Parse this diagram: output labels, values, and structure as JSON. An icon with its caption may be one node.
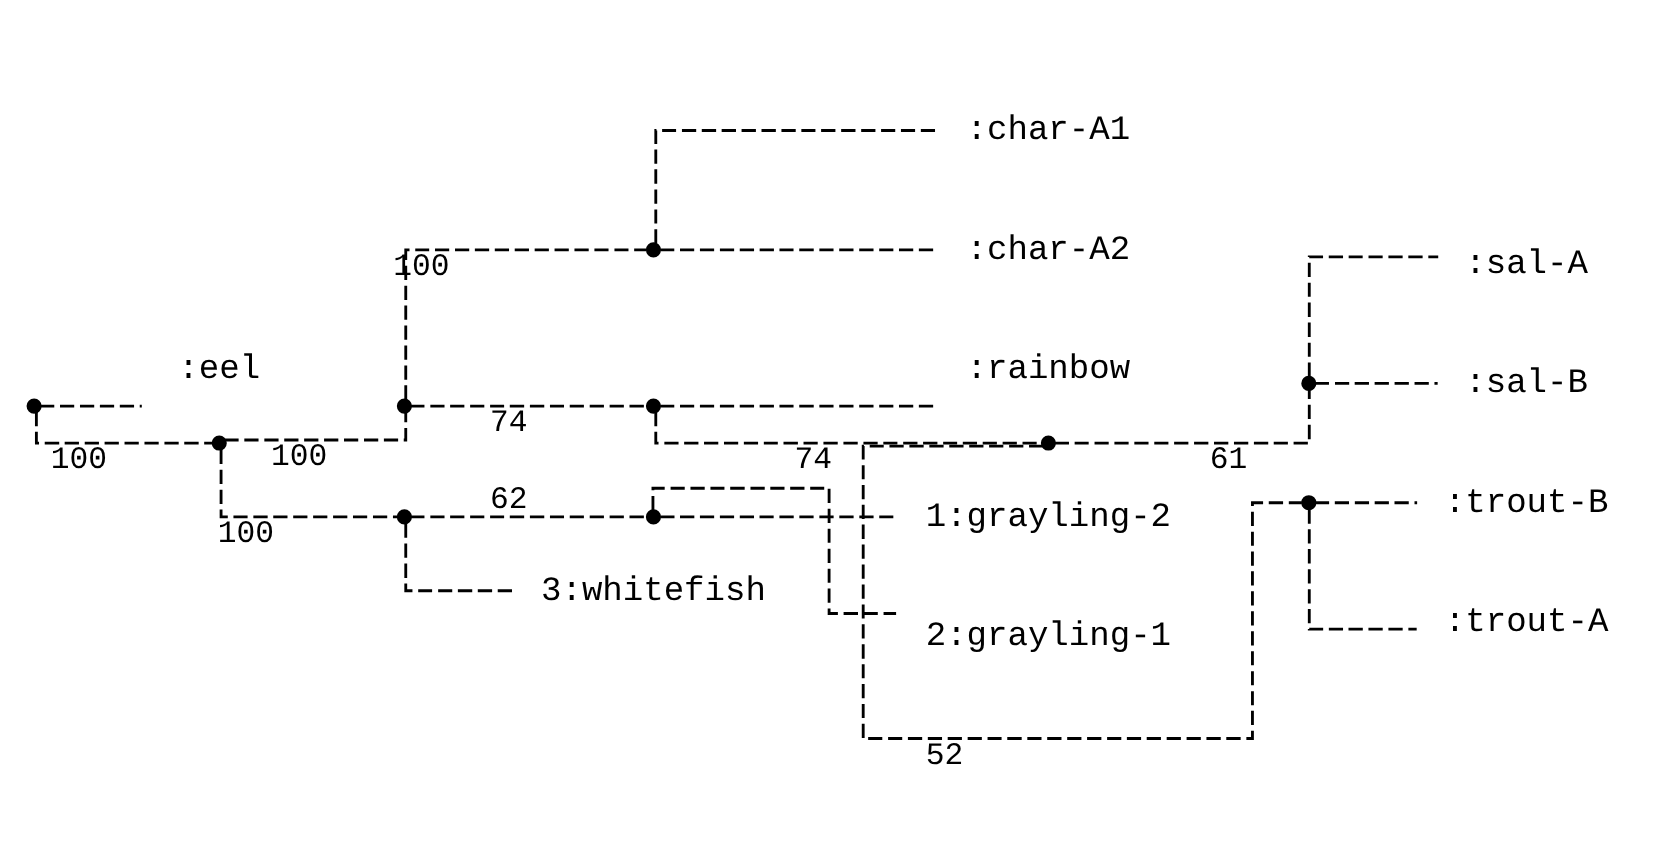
{
  "diagram": {
    "nodes": [
      {
        "text": [],
        "shape": "point"
      },
      {
        "text": [
          ":eel"
        ]
      },
      {
        "text": [],
        "shape": "point"
      },
      {
        "text": [],
        "shape": "point"
      },
      {
        "text": [],
        "shape": "point"
      },
      {
        "text": [
          ":char-A1"
        ]
      },
      {
        "text": [
          ":char-A2"
        ]
      },
      {
        "text": [],
        "shape": "point"
      },
      {
        "text": [
          ":rainbow"
        ]
      },
      {
        "text": [],
        "shape": "point"
      },
      {
        "text": [],
        "shape": "point"
      },
      {
        "text": [
          ":sal-A"
        ]
      },
      {
        "text": [
          ":sal-B"
        ]
      },
      {
        "text": [],
        "shape": "point"
      },
      {
        "text": [
          ":trout-B"
        ]
      },
      {
        "text": [
          ":trout-A"
        ]
      },
      {
        "text": [],
        "shape": "point"
      },
      {
        "text": [],
        "shape": "point"
      },
      {
        "text": [
          "1:grayling-2"
        ]
      },
      {
        "text": [
          "2:grayling-1"
        ]
      },
      {
        "text": [
          "3:whitefish"
        ]
      }
    ],
    "edges": [
      {
        "from": 0,
        "to": 1,
        "arrow": "none",
        "style": "dashed"
      },
      {
        "from": 0,
        "to": 2,
        "arrow": "none",
        "style": "dashed",
        "label": "100"
      },
      {
        "from": 2,
        "to": 3,
        "arrow": "none",
        "style": "dashed",
        "label": "100"
      },
      {
        "from": 3,
        "to": 4,
        "arrow": "none",
        "style": "dashed",
        "label": "100"
      },
      {
        "from": 4,
        "to": 5,
        "arrow": "none",
        "style": "dashed"
      },
      {
        "from": 4,
        "to": 6,
        "arrow": "none",
        "style": "dashed"
      },
      {
        "from": 3,
        "to": 7,
        "arrow": "none",
        "style": "dashed",
        "label": "74"
      },
      {
        "from": 7,
        "to": 8,
        "arrow": "none",
        "style": "dashed"
      },
      {
        "from": 7,
        "to": 9,
        "arrow": "none",
        "style": "dashed",
        "label": "74"
      },
      {
        "from": 9,
        "to": 10,
        "arrow": "none",
        "style": "dashed",
        "label": "61"
      },
      {
        "from": 10,
        "to": 11,
        "arrow": "none",
        "style": "dashed"
      },
      {
        "from": 10,
        "to": 12,
        "arrow": "none",
        "style": "dashed"
      },
      {
        "from": 9,
        "to": 13,
        "arrow": "none",
        "style": "dashed",
        "label": "52"
      },
      {
        "from": 13,
        "to": 14,
        "arrow": "none",
        "style": "dashed"
      },
      {
        "from": 13,
        "to": 15,
        "arrow": "none",
        "style": "dashed"
      },
      {
        "from": 2,
        "to": 16,
        "arrow": "none",
        "style": "dashed",
        "label": "100"
      },
      {
        "from": 16,
        "to": 17,
        "arrow": "none",
        "style": "dashed",
        "label": "62"
      },
      {
        "from": 17,
        "to": 18,
        "arrow": "none",
        "style": "dashed"
      },
      {
        "from": 17,
        "to": 19,
        "arrow": "none",
        "style": "dashed"
      },
      {
        "from": 16,
        "to": 20,
        "arrow": "none",
        "style": "dashed"
      }
    ]
  }
}
